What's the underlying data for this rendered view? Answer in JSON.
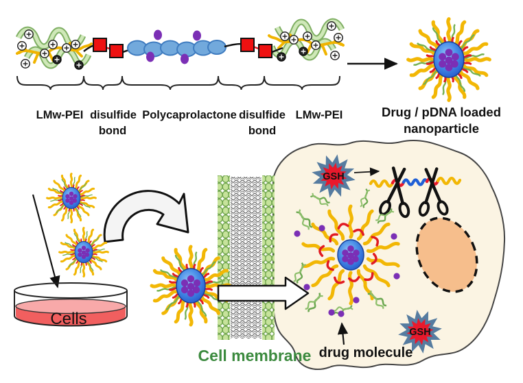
{
  "figure": {
    "description": "Schematic of redox-responsive LMw-PEI / polycaprolactone copolymer nanoparticle for drug and pDNA delivery into cells"
  },
  "top": {
    "pei_left": "LMw-PEI",
    "disulfide_left_line1": "disulfide",
    "disulfide_left_line2": "bond",
    "pcl": "Polycaprolactone",
    "disulfide_right_line1": "disulfide",
    "disulfide_right_line2": "bond",
    "pei_right": "LMw-PEI",
    "product_line1": "Drug / pDNA loaded",
    "product_line2": "nanoparticle"
  },
  "bottom": {
    "dish_label": "Cells",
    "membrane_label": "Cell membrane",
    "gsh_top": "GSH",
    "gsh_bottom": "GSH",
    "drug_label": "drug molecule"
  },
  "icons": [
    "dna-ribbon-icon",
    "plus-charge-icon",
    "disulfide-square-icon",
    "pcl-bead-icon",
    "nanoparticle-icon",
    "petri-dish-icon",
    "curved-arrow-icon",
    "membrane-bilayer-icon",
    "gsh-starburst-icon",
    "scissors-icon",
    "nucleus-icon",
    "drug-dot-icon"
  ],
  "colors": {
    "yellow_chain": "#F2B705",
    "dna_green": "#8DBF6B",
    "dna_green_dark": "#6DA34A",
    "core_blue": "#2D6FE0",
    "drug_purple": "#7B2FB5",
    "red": "#E8192C",
    "pcl_blue": "#72A9DC",
    "membrane_green": "#C6E39B",
    "cell_fill": "#FBF4E3",
    "nucleus_fill": "#F6BE8C",
    "dish_red": "#F15F5F",
    "dish_red_light": "#F8A9A9",
    "membrane_label_green": "#3B8A3E",
    "star_outline": "#567CA0",
    "ink": "#111111"
  }
}
